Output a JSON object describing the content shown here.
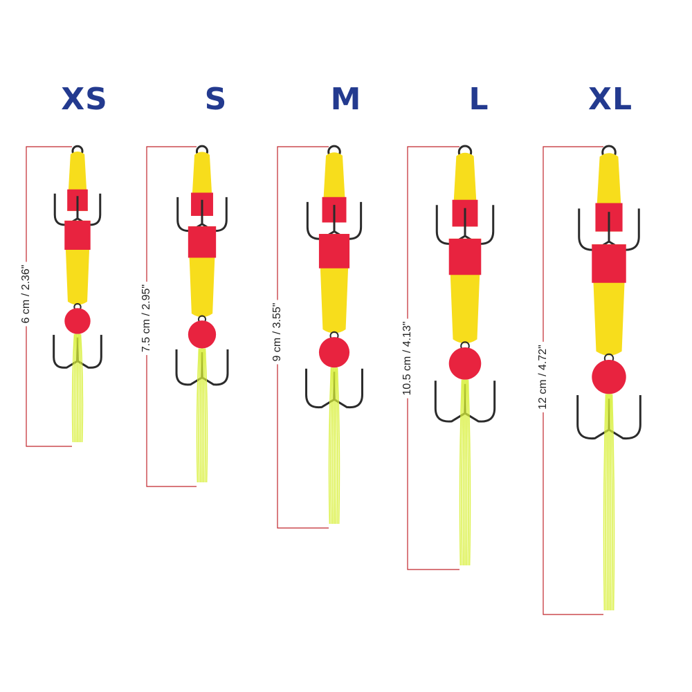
{
  "colors": {
    "label": "#233a8f",
    "foam_yellow": "#f7dd1c",
    "foam_red": "#e8233f",
    "ruler": "#c0262c",
    "hook": "#2b2b2b",
    "flash": "#d8f03a"
  },
  "lures": [
    {
      "size": "XS",
      "measurement": "6 cm / 2.36\""
    },
    {
      "size": "S",
      "measurement": "7.5 cm / 2.95\""
    },
    {
      "size": "M",
      "measurement": "9 cm / 3.55\""
    },
    {
      "size": "L",
      "measurement": "10.5 cm / 4.13\""
    },
    {
      "size": "XL",
      "measurement": "12 cm / 4.72\""
    }
  ]
}
